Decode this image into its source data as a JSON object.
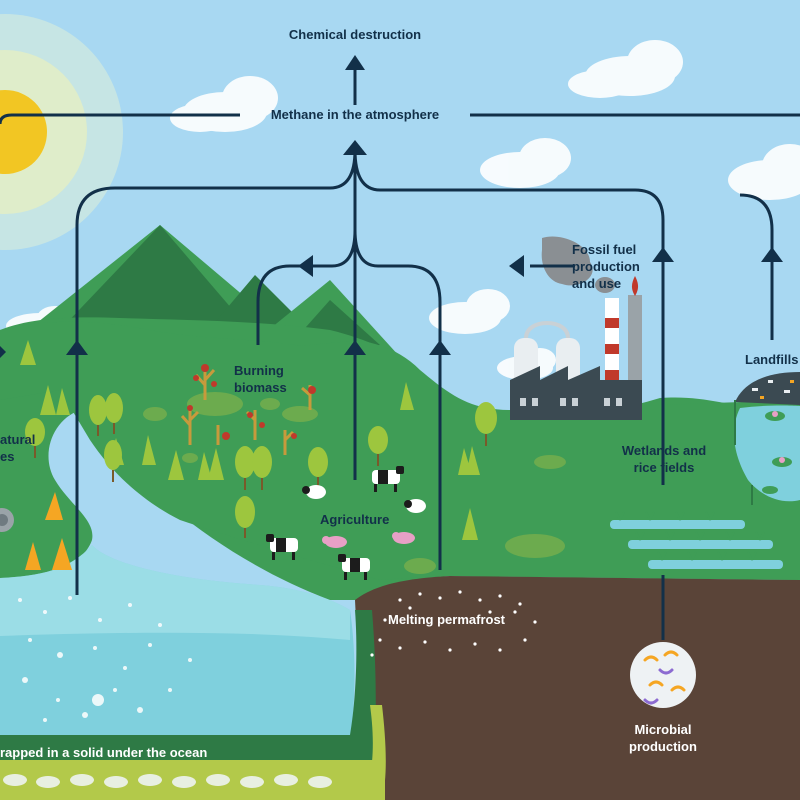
{
  "labels": {
    "chemical_destruction": "Chemical destruction",
    "methane_atmosphere": "Methane in the atmosphere",
    "fossil_fuel_line1": "Fossil fuel",
    "fossil_fuel_line2": "production",
    "fossil_fuel_line3": "and use",
    "landfills": "Landfills",
    "burning_biomass_line1": "Burning",
    "burning_biomass_line2": "biomass",
    "natural_line1": "atural",
    "natural_line2": "es",
    "wetlands_line1": "Wetlands and",
    "wetlands_line2": "rice fields",
    "agriculture": "Agriculture",
    "melting_permafrost": "Melting permafrost",
    "microbial_line1": "Microbial",
    "microbial_line2": "production",
    "trapped_ocean": "rapped in a solid under the ocean"
  },
  "colors": {
    "sky": "#a8d8f2",
    "flow_arrows": "#123049",
    "land_green": "#3f9d56",
    "mountain_dark": "#2e7a45",
    "ocean": "#7fd0dd",
    "soil": "#5a4438",
    "sun": "#f2c623"
  }
}
